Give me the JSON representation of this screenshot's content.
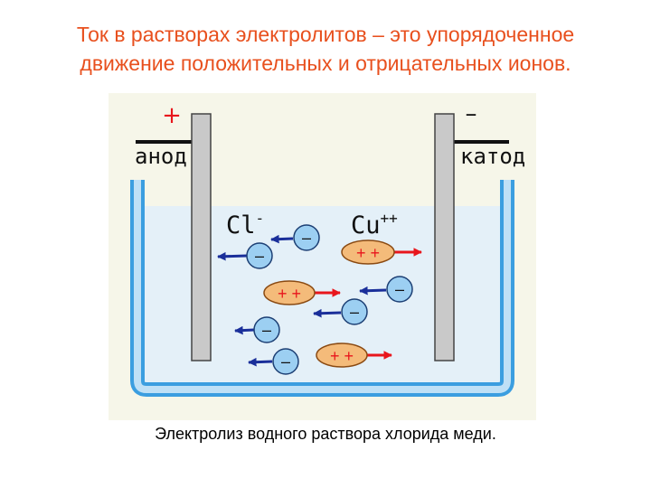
{
  "title": {
    "line1": "Ток в растворах электролитов – это упорядоченное",
    "line2": "движение положительных и отрицательных ионов."
  },
  "caption": "Электролиз водного раствора хлорида меди.",
  "diagram": {
    "anode_sign": "+",
    "anode_label": "анод",
    "cathode_sign": "–",
    "cathode_label": "катод",
    "anion_label": "Cl",
    "anion_charge": "-",
    "cation_label": "Cu",
    "cation_charge": "++",
    "anion_symbol": "–",
    "cation_symbol": "+ +",
    "colors": {
      "background": "#f6f6e9",
      "solution": "#e4f0f8",
      "vessel": "#3b9ee0",
      "electrode": "#c9c9c9",
      "anion_fill": "#9ccff2",
      "cation_fill": "#f4bb7a",
      "arrow_blue": "#1a2f9a",
      "arrow_red": "#e8161c",
      "title": "#e8501e"
    }
  }
}
